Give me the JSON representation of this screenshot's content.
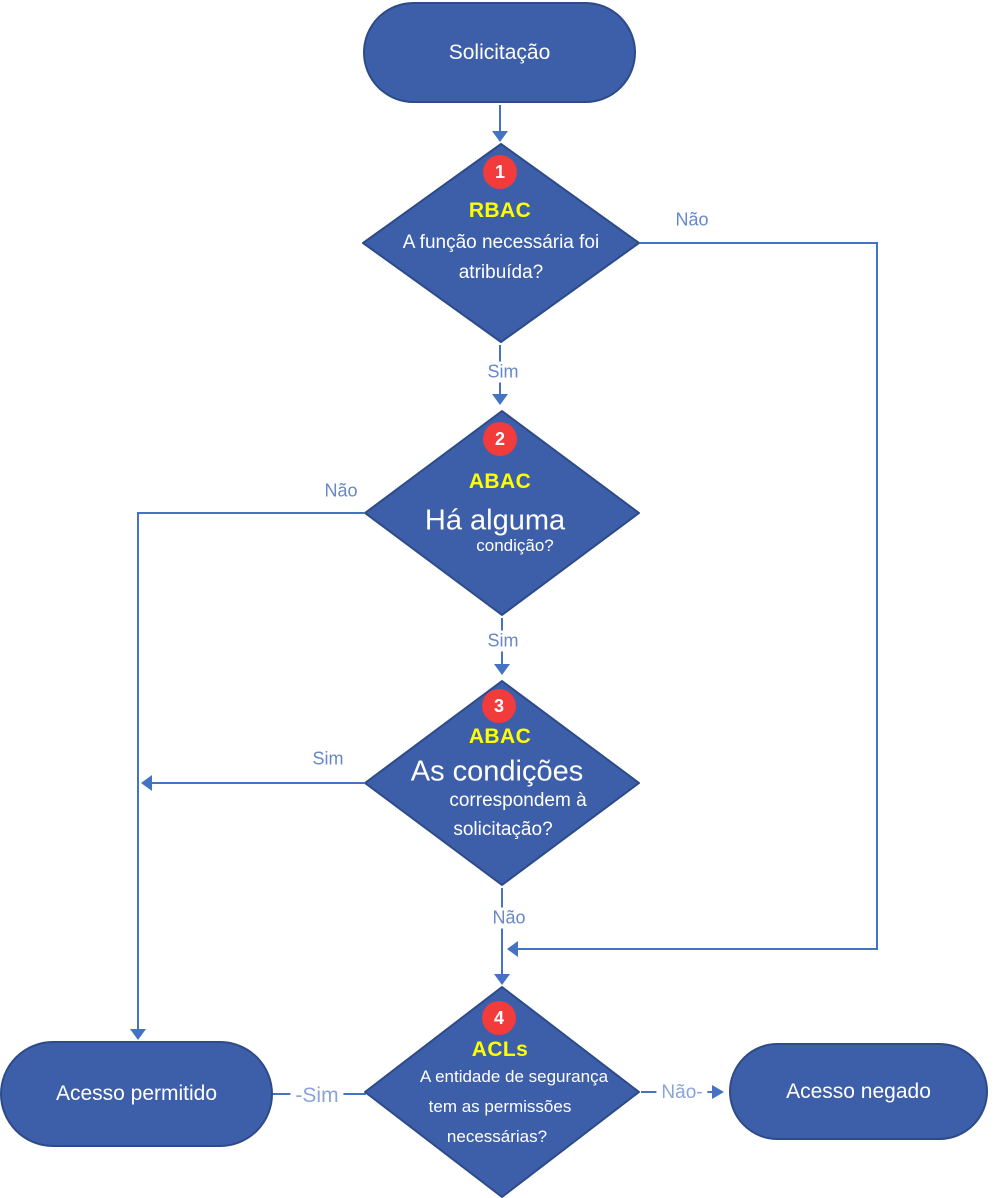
{
  "colors": {
    "shape_fill": "#3D5FA9",
    "shape_border": "#2D4B88",
    "connector": "#4472C4",
    "edge_label": "#6787C8",
    "edge_label_light": "#8AA3D8",
    "badge_red": "#F23B3B",
    "tag_yellow": "#FFFF00",
    "text_white": "#FFFFFF"
  },
  "nodes": {
    "start": {
      "label": "Solicitação"
    },
    "decision1": {
      "number": "1",
      "tag": "RBAC",
      "lines": [
        "A função necessária foi",
        "atribuída?"
      ]
    },
    "decision2": {
      "number": "2",
      "tag": "ABAC",
      "emphasis": "Há alguma",
      "lines": [
        "condição?"
      ]
    },
    "decision3": {
      "number": "3",
      "tag": "ABAC",
      "emphasis": "As condições",
      "lines": [
        "correspondem à",
        "solicitação?"
      ]
    },
    "decision4": {
      "number": "4",
      "tag": "ACLs",
      "lines": [
        "A entidade de segurança",
        "tem as permissões",
        "necessárias?"
      ]
    },
    "allowed": {
      "label": "Acesso permitido"
    },
    "denied": {
      "label": "Acesso negado"
    }
  },
  "edges": {
    "d1_no": "Não",
    "d1_yes": "Sim",
    "d2_no": "Não",
    "d2_yes": "Sim",
    "d3_yes": "Sim",
    "d3_no": "Não",
    "d4_yes": "-Sim",
    "d4_no": "Não-"
  }
}
